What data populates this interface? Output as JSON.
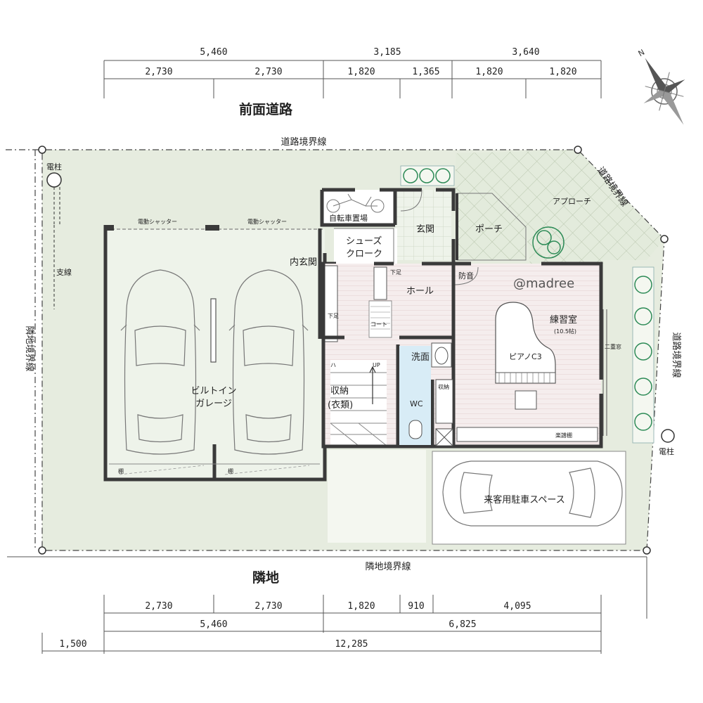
{
  "dims_top": {
    "r1": [
      "5,460",
      "3,185",
      "3,640"
    ],
    "r2": [
      "2,730",
      "2,730",
      "1,820",
      "1,365",
      "1,820",
      "1,820"
    ]
  },
  "dims_bottom": {
    "r1": [
      "2,730",
      "2,730",
      "1,820",
      "910",
      "4,095"
    ],
    "r2": [
      "5,460",
      "6,825"
    ],
    "r3": [
      "1,500",
      "12,285"
    ]
  },
  "labels": {
    "front_road": "前面道路",
    "road_boundary": "道路境界線",
    "road_boundary_right": "道路境界線",
    "neighbor_boundary_left": "隣地境界線",
    "neighbor_boundary_bottom": "隣地境界線",
    "neighbor": "隣地",
    "pole1": "電柱",
    "pole2": "電柱",
    "branch_line": "支線",
    "shutter1": "電動シャッター",
    "shutter2": "電動シャッター",
    "garage1": "ビルトイン",
    "garage2": "ガレージ",
    "shelf1": "棚",
    "shelf2": "棚",
    "bike": "自転車置場",
    "shoe1": "シューズ",
    "shoe2": "クローク",
    "entrance": "玄関",
    "inner_entrance": "内玄関",
    "porch": "ポーチ",
    "approach": "アプローチ",
    "hall": "ホール",
    "soundproof": "防音",
    "under_floor1": "下足",
    "under_floor2": "下足",
    "coat": "コート",
    "hanger": "ハ",
    "up": "UP",
    "washroom": "洗面",
    "storage1": "収納",
    "storage2": "(衣類)",
    "wc": "WC",
    "storage_small": "収納",
    "practice": "練習室",
    "practice_size": "(10.5帖)",
    "piano": "ピアノC3",
    "double_window": "二重窓",
    "score_shelf": "楽譜棚",
    "guest_parking": "来客用駐車スペース",
    "watermark": "@madree"
  },
  "colors": {
    "site_green": "#e6ecdf",
    "floor": "#f5eded",
    "floor_line": "#e3cfcf",
    "wet_area": "#d8ecf6",
    "tile": "#e3ebdc",
    "wall": "#3a3a3a",
    "tree": "#2e8b57"
  }
}
